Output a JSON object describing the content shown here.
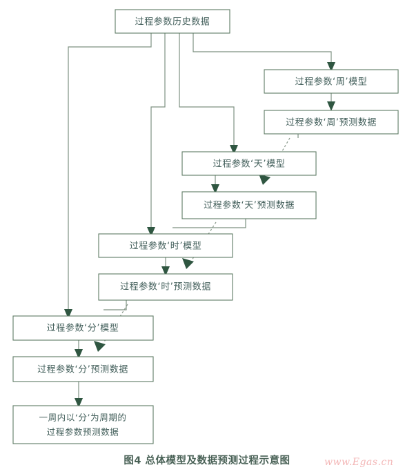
{
  "figure": {
    "caption": "图4  总体模型及数据预测过程示意图",
    "watermark": "www.Egas.cn",
    "colors": {
      "box_border": "#5d7a63",
      "box_fill": "#ffffff",
      "text": "#44605c",
      "connector": "#7d9181",
      "arrow_head": "#2f5641",
      "caption_text": "#4a6257",
      "watermark_text": "#f3b5b5"
    }
  },
  "nodes": [
    {
      "id": "history",
      "label": "过程参数历史数据"
    },
    {
      "id": "week-model",
      "label": "过程参数‘周’模型"
    },
    {
      "id": "week-pred",
      "label": "过程参数‘周’预测数据"
    },
    {
      "id": "day-model",
      "label": "过程参数‘天’模型"
    },
    {
      "id": "day-pred",
      "label": "过程参数‘天’预测数据"
    },
    {
      "id": "hour-model",
      "label": "过程参数‘时’模型"
    },
    {
      "id": "hour-pred",
      "label": "过程参数‘时’预测数据"
    },
    {
      "id": "minute-model",
      "label": "过程参数‘分’模型"
    },
    {
      "id": "minute-pred",
      "label": "过程参数‘分’预测数据"
    },
    {
      "id": "final-output",
      "label_line1": "一周内以‘分’为周期的",
      "label_line2": "过程参数预测数据"
    }
  ]
}
